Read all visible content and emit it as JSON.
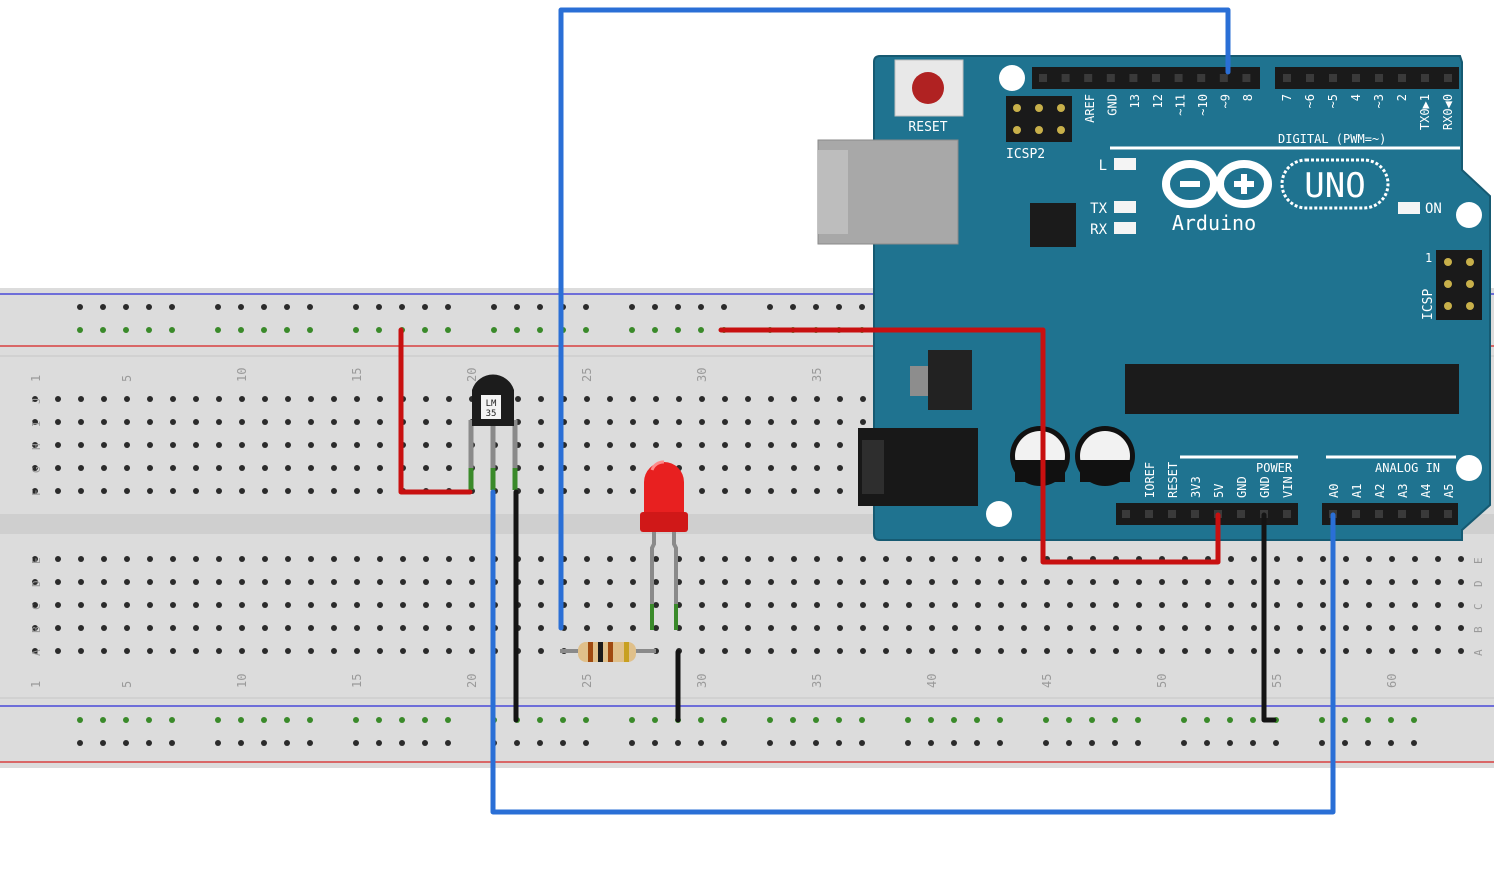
{
  "breadboard": {
    "row_letters_top": [
      "J",
      "I",
      "H",
      "G",
      "F"
    ],
    "row_letters_bottom": [
      "E",
      "D",
      "C",
      "B",
      "A"
    ],
    "column_numbers": [
      "1",
      "5",
      "10",
      "15",
      "20",
      "25",
      "30",
      "35",
      "40",
      "45",
      "50",
      "55",
      "60"
    ],
    "colors": {
      "board": "#dcdcdc",
      "hole": "#2b2b2b",
      "rail_red": "#d84040",
      "rail_blue": "#4a4ad8",
      "connected_hole": "#3a8a2a"
    }
  },
  "arduino": {
    "board_color": "#1f7390",
    "logo_text": "Arduino",
    "model_text": "UNO",
    "reset_label": "RESET",
    "icsp2_label": "ICSP2",
    "icsp_label": "ICSP",
    "icsp_pin1": "1",
    "led_labels": [
      "L",
      "TX",
      "RX"
    ],
    "on_label": "ON",
    "digital_label": "DIGITAL (PWM=~)",
    "digital_pins_left": [
      "AREF",
      "GND",
      "13",
      "12",
      "~11",
      "~10",
      "~9",
      "8"
    ],
    "digital_pins_right": [
      "7",
      "~6",
      "~5",
      "4",
      "~3",
      "2",
      "TX0▶1",
      "RX0◀0"
    ],
    "power_label": "POWER",
    "power_pins": [
      "IOREF",
      "RESET",
      "3V3",
      "5V",
      "GND",
      "GND",
      "VIN"
    ],
    "analog_label": "ANALOG IN",
    "analog_pins": [
      "A0",
      "A1",
      "A2",
      "A3",
      "A4",
      "A5"
    ]
  },
  "components": {
    "sensor_label_line1": "LM",
    "sensor_label_line2": "35",
    "led_color": "#e82020"
  },
  "wires": {
    "colors": {
      "blue": "#2a6fd6",
      "red": "#c81010",
      "black": "#141414"
    }
  }
}
